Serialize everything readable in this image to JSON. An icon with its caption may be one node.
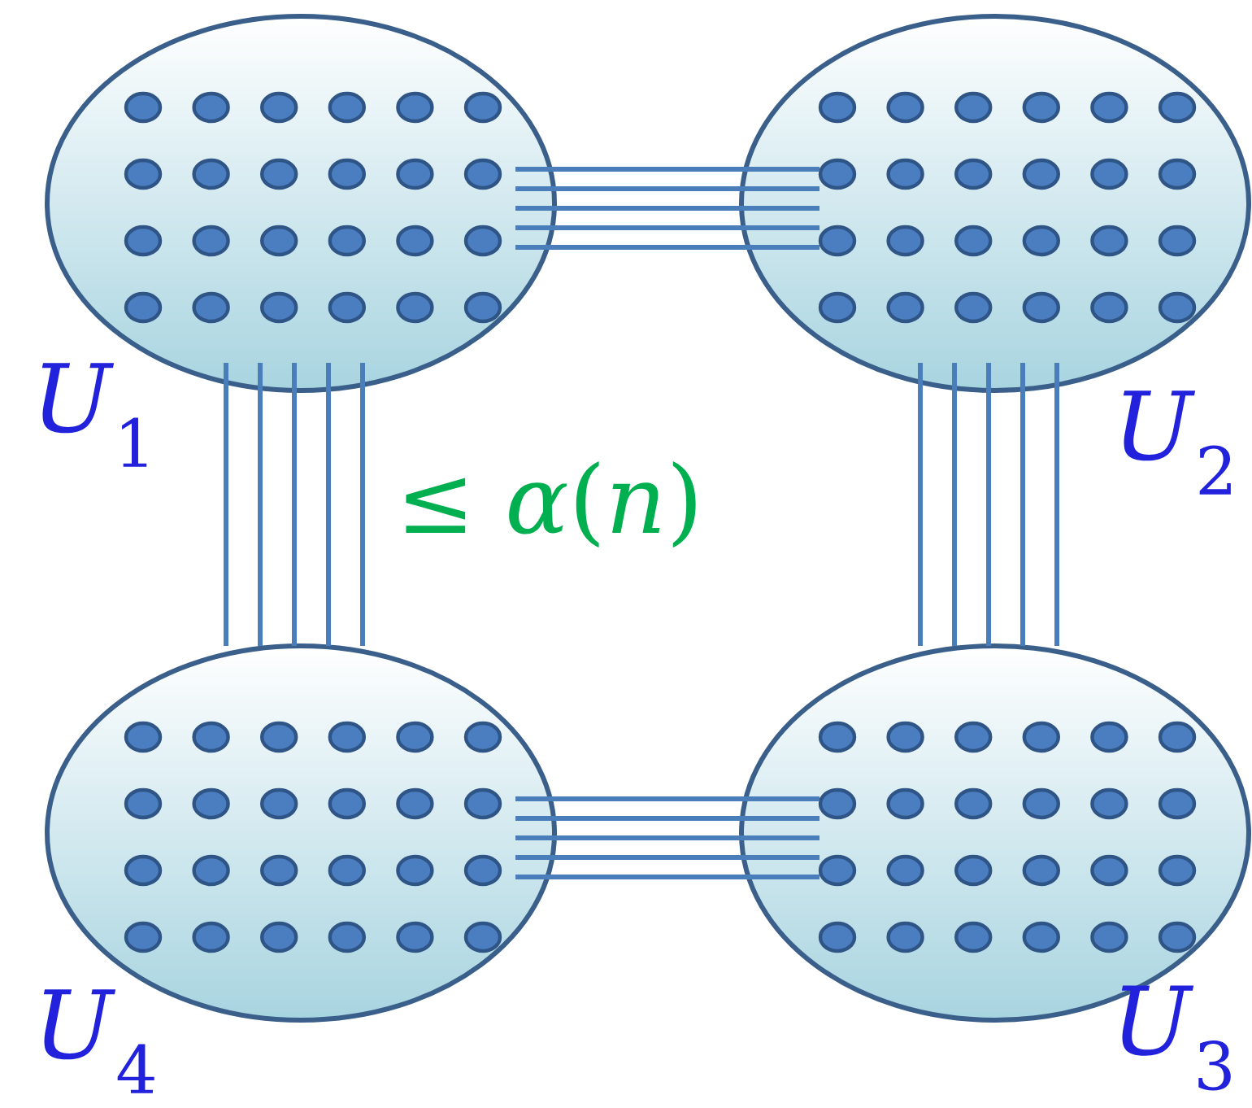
{
  "diagram": {
    "nodes": [
      {
        "text": [
          "*U*$_{1}$"
        ]
      },
      {
        "text": [
          "*U*$_{2}$"
        ]
      },
      {
        "text": [
          "*U*$_{4}$"
        ]
      },
      {
        "text": [
          "*U*$_{3}$"
        ]
      }
    ],
    "edges": [
      {
        "from": 0,
        "to": 1,
        "arrow": "none"
      },
      {
        "from": 0,
        "to": 1,
        "arrow": "none"
      },
      {
        "from": 0,
        "to": 1,
        "arrow": "none"
      },
      {
        "from": 0,
        "to": 1,
        "arrow": "none"
      },
      {
        "from": 0,
        "to": 1,
        "arrow": "none"
      },
      {
        "from": 1,
        "to": 3,
        "arrow": "none"
      },
      {
        "from": 1,
        "to": 3,
        "arrow": "none"
      },
      {
        "from": 1,
        "to": 3,
        "arrow": "none"
      },
      {
        "from": 1,
        "to": 3,
        "arrow": "none"
      },
      {
        "from": 1,
        "to": 3,
        "arrow": "none"
      },
      {
        "from": 3,
        "to": 2,
        "arrow": "none"
      },
      {
        "from": 3,
        "to": 2,
        "arrow": "none"
      },
      {
        "from": 3,
        "to": 2,
        "arrow": "none"
      },
      {
        "from": 3,
        "to": 2,
        "arrow": "none"
      },
      {
        "from": 3,
        "to": 2,
        "arrow": "none"
      },
      {
        "from": 2,
        "to": 0,
        "arrow": "none"
      },
      {
        "from": 2,
        "to": 0,
        "arrow": "none"
      },
      {
        "from": 2,
        "to": 0,
        "arrow": "none"
      },
      {
        "from": 2,
        "to": 0,
        "arrow": "none"
      },
      {
        "from": 2,
        "to": 0,
        "arrow": "none"
      }
    ],
    "labels": [
      "≤ *α*(*n*)"
    ]
  }
}
